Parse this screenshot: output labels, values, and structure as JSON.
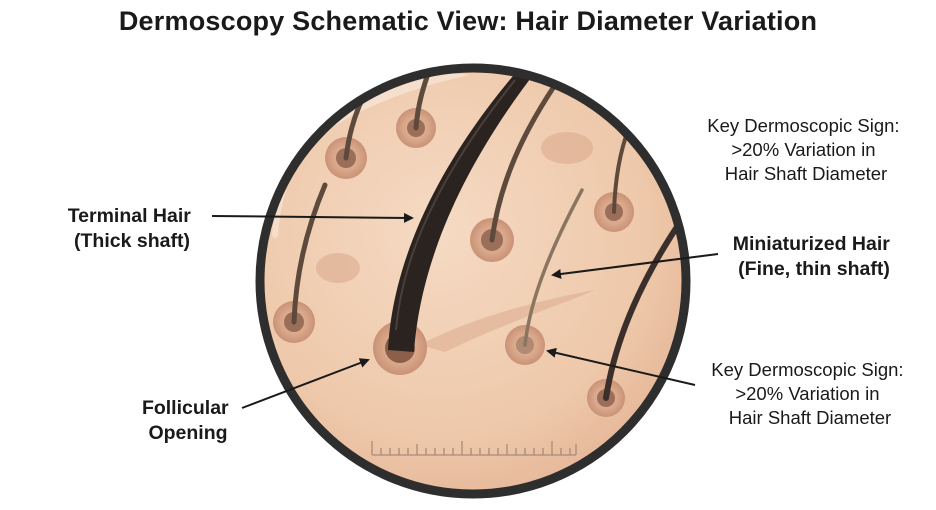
{
  "title": "Dermoscopy Schematic View: Hair Diameter Variation",
  "labels": {
    "terminal_hair": [
      "Terminal Hair",
      "(Thick shaft)"
    ],
    "miniaturized_hair": [
      "Miniaturized Hair",
      "(Fine, thin shaft)"
    ],
    "follicular_opening": [
      "Follicular",
      "Opening"
    ],
    "sign_top": [
      "Key Dermoscopic Sign:",
      ">20% Variation in",
      "Hair Shaft Diameter"
    ],
    "sign_bottom": [
      "Key Dermoscopic Sign:",
      ">20% Variation in",
      "Hair Shaft Diameter"
    ]
  },
  "colors": {
    "skin": "#f0cdb0",
    "rim": "#2e2e2e",
    "follicle_ring": "#c99b80",
    "hair_dark": "#2a2320",
    "hair_medium": "#5e4a3c",
    "hair_fine": "#8a7560"
  }
}
